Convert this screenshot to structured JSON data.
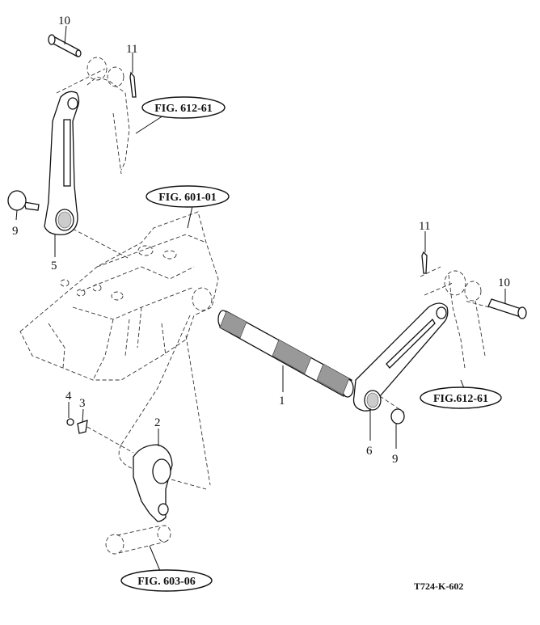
{
  "diagram": {
    "code": "T724-K-602",
    "callouts": {
      "c1": "1",
      "c2": "2",
      "c3": "3",
      "c4": "4",
      "c5": "5",
      "c6": "6",
      "c9a": "9",
      "c9b": "9",
      "c10a": "10",
      "c10b": "10",
      "c11a": "11",
      "c11b": "11"
    },
    "figure_refs": {
      "fig_612_61_top": "FIG. 612-61",
      "fig_601_01": "FIG. 601-01",
      "fig_612_61_right": "FIG.612-61",
      "fig_603_06": "FIG. 603-06"
    }
  }
}
